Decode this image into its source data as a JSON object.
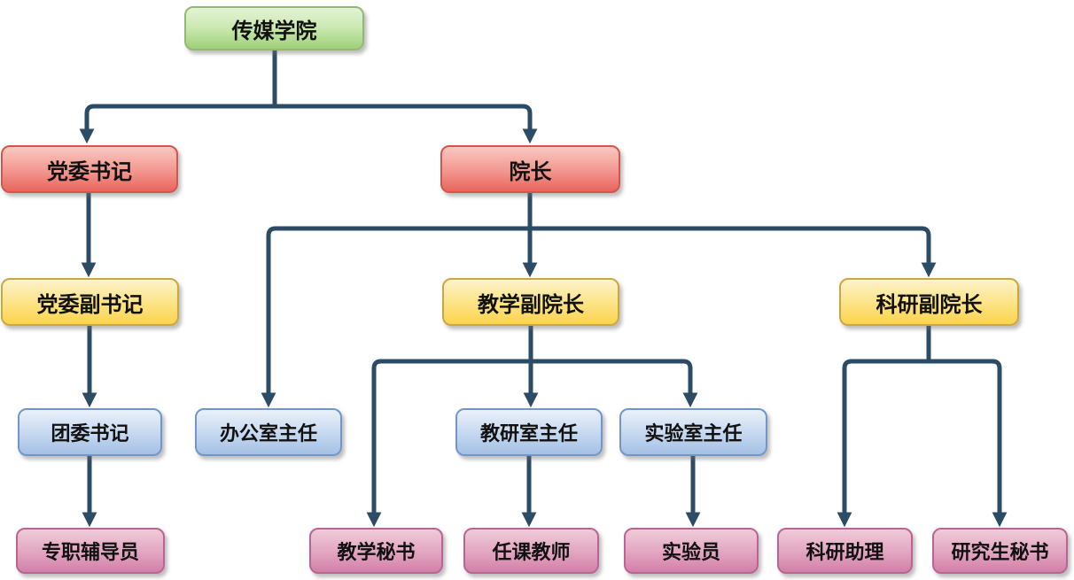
{
  "diagram": {
    "type": "org-chart",
    "palette": {
      "connector": "#2C4B64",
      "green_top": "#E3F2D4",
      "green_bottom": "#9ED177",
      "green_border": "#93B873",
      "red_top": "#F8C8C1",
      "red_bottom": "#E8655C",
      "red_border": "#D4554E",
      "yellow_top": "#FDF4CB",
      "yellow_bottom": "#FBD34D",
      "yellow_border": "#CCA73F",
      "blue_top": "#EAF1FA",
      "blue_bottom": "#A3C1E5",
      "blue_border": "#7396C8",
      "pink_top": "#F0CBD8",
      "pink_bottom": "#D37FA9",
      "pink_border": "#BB6391"
    },
    "nodes": {
      "college": {
        "label": "传媒学院",
        "color": "green"
      },
      "party_secretary": {
        "label": "党委书记",
        "color": "red"
      },
      "dean": {
        "label": "院长",
        "color": "red"
      },
      "deputy_party_secretary": {
        "label": "党委副书记",
        "color": "yellow"
      },
      "teaching_vice_dean": {
        "label": "教学副院长",
        "color": "yellow"
      },
      "research_vice_dean": {
        "label": "科研副院长",
        "color": "yellow"
      },
      "youth_league_secretary": {
        "label": "团委书记",
        "color": "blue"
      },
      "office_director": {
        "label": "办公室主任",
        "color": "blue"
      },
      "teaching_research_director": {
        "label": "教研室主任",
        "color": "blue"
      },
      "lab_director": {
        "label": "实验室主任",
        "color": "blue"
      },
      "fulltime_counselor": {
        "label": "专职辅导员",
        "color": "pink"
      },
      "teaching_secretary": {
        "label": "教学秘书",
        "color": "pink"
      },
      "course_teacher": {
        "label": "任课教师",
        "color": "pink"
      },
      "lab_technician": {
        "label": "实验员",
        "color": "pink"
      },
      "research_assistant": {
        "label": "科研助理",
        "color": "pink"
      },
      "graduate_secretary": {
        "label": "研究生秘书",
        "color": "pink"
      }
    },
    "edges": [
      [
        "college",
        "party_secretary"
      ],
      [
        "college",
        "dean"
      ],
      [
        "party_secretary",
        "deputy_party_secretary"
      ],
      [
        "deputy_party_secretary",
        "youth_league_secretary"
      ],
      [
        "youth_league_secretary",
        "fulltime_counselor"
      ],
      [
        "dean",
        "office_director"
      ],
      [
        "dean",
        "teaching_vice_dean"
      ],
      [
        "dean",
        "research_vice_dean"
      ],
      [
        "teaching_vice_dean",
        "teaching_secretary"
      ],
      [
        "teaching_vice_dean",
        "teaching_research_director"
      ],
      [
        "teaching_vice_dean",
        "lab_director"
      ],
      [
        "teaching_research_director",
        "course_teacher"
      ],
      [
        "lab_director",
        "lab_technician"
      ],
      [
        "research_vice_dean",
        "research_assistant"
      ],
      [
        "research_vice_dean",
        "graduate_secretary"
      ]
    ]
  }
}
